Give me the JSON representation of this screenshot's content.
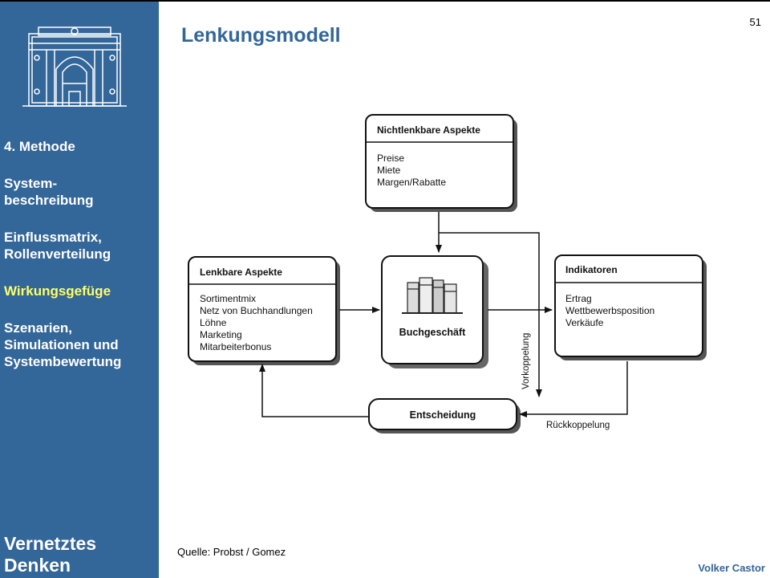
{
  "slide": {
    "title": "Lenkungsmodell",
    "page_number": "51",
    "source": "Quelle: Probst / Gomez",
    "author": "Volker Castor"
  },
  "sidebar": {
    "items": [
      {
        "label_line1": "4. Methode",
        "label_line2": ""
      },
      {
        "label_line1": "System-",
        "label_line2": "beschreibung"
      },
      {
        "label_line1": "Einflussmatrix,",
        "label_line2": "Rollenverteilung"
      },
      {
        "label_line1": "Wirkungsgefüge",
        "label_line2": "",
        "active": true
      },
      {
        "label_line1": "Szenarien,",
        "label_line2": "Simulationen und",
        "label_line3": "Systembewertung"
      }
    ],
    "brand_line1": "Vernetztes",
    "brand_line2": "Denken"
  },
  "diagram": {
    "nichtlenkbar": {
      "title": "Nichtlenkbare Aspekte",
      "items": [
        "Preise",
        "Miete",
        "Margen/Rabatte"
      ]
    },
    "lenkbar": {
      "title": "Lenkbare Aspekte",
      "items": [
        "Sortimentmix",
        "Netz von Buchhandlungen",
        "Löhne",
        "Marketing",
        "Mitarbeiterbonus"
      ]
    },
    "buchgeschaeft": {
      "title": "Buchgeschäft"
    },
    "indikatoren": {
      "title": "Indikatoren",
      "items": [
        "Ertrag",
        "Wettbewerbsposition",
        "Verkäufe"
      ]
    },
    "entscheidung": {
      "title": "Entscheidung"
    },
    "labels": {
      "vorkoppelung": "Vorkoppelung",
      "rueckkoppelung": "Rückkoppelung"
    }
  },
  "colors": {
    "sidebar_bg": "#336699",
    "active_nav": "#ffff66",
    "title": "#336699"
  }
}
